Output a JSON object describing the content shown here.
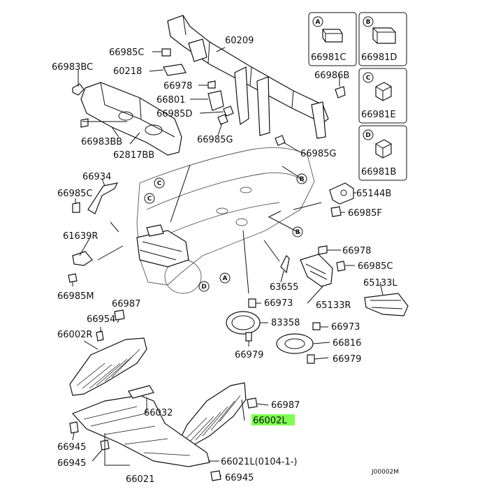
{
  "labels": {
    "p66985C_top": "66985C",
    "p66983BC": "66983BC",
    "p60218": "60218",
    "p60209": "60209",
    "p66978_top": "66978",
    "p66801": "66801",
    "p66985D": "66985D",
    "p66983BB": "66983BB",
    "p62817BB": "62817BB",
    "p66985G_a": "66985G",
    "p66985G_b": "66985G",
    "p66986B": "66986B",
    "p66934": "66934",
    "p66985C_left": "66985C",
    "p61639R": "61639R",
    "p66985M": "66985M",
    "p65144B": "65144B",
    "p66985F": "66985F",
    "p66978_mid": "66978",
    "p66985C_right": "66985C",
    "p65133L": "65133L",
    "p63655": "63655",
    "p65133R": "65133R",
    "p66987_top": "66987",
    "p66954": "66954",
    "p66002R": "66002R",
    "p66973_a": "66973",
    "p83358": "83358",
    "p66973_b": "66973",
    "p66816": "66816",
    "p66979_a": "66979",
    "p66979_b": "66979",
    "p66987_bot": "66987",
    "p66002L": "66002L",
    "p66032": "66032",
    "p66945_a": "66945",
    "p66945_b": "66945",
    "p66945_c": "66945",
    "p66021": "66021",
    "p66021L": "66021L(0104-1-)",
    "code": "J00002M"
  },
  "legend_boxes": [
    {
      "letter": "A",
      "part": "66981C"
    },
    {
      "letter": "B",
      "part": "66981D"
    },
    {
      "letter": "C",
      "part": "66981E"
    },
    {
      "letter": "D",
      "part": "66981B"
    }
  ],
  "ref_letters": {
    "c1": "C",
    "c2": "C",
    "b1": "B",
    "b2": "B",
    "a1": "A",
    "d1": "D"
  },
  "highlight_color": "#7dff4f"
}
